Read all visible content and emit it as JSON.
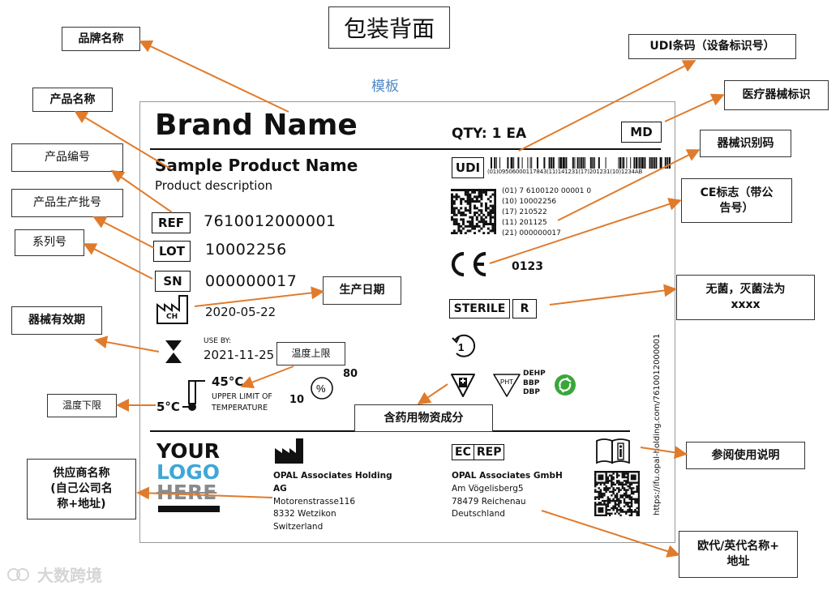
{
  "page_title": "包装背面",
  "template_label": "模板",
  "label": {
    "brand": "Brand Name",
    "qty": "QTY: 1 EA",
    "md": "MD",
    "product_name": "Sample Product Name",
    "product_desc": "Product description",
    "udi_symbol": "UDI",
    "barcode_text": "(01)09506000117843(11)141231(17)201231(10)1234AB",
    "udi_lines": [
      "(01) 7 6100120 00001 0",
      "(10) 10002256",
      "(17) 210522",
      "(11) 201125",
      "(21) 000000017"
    ],
    "ref_symbol": "REF",
    "ref_value": "7610012000001",
    "lot_symbol": "LOT",
    "lot_value": "10002256",
    "sn_symbol": "SN",
    "sn_value": "000000017",
    "mfg_country": "CH",
    "mfg_date": "2020-05-22",
    "ce_mark": "CE",
    "ce_number": "0123",
    "sterile_symbol": "STERILE",
    "sterile_method": "R",
    "use_by_label": "USE BY:",
    "use_by_date": "2021-11-25",
    "temp_upper": "45°C",
    "temp_lower": "5°C",
    "temp_caption_1": "UPPER LIMIT OF",
    "temp_caption_2": "TEMPERATURE",
    "humidity_icon_text": "%",
    "humidity_upper": "80",
    "humidity_lower": "10",
    "pht_text": "PHT",
    "pht_list": [
      "DEHP",
      "BBP",
      "DBP"
    ],
    "ifu_url": "https://ifu.opal-holding.com/7610012000001",
    "logo_lines": [
      "YOUR",
      "LOGO",
      "HERE"
    ],
    "manufacturer": {
      "name_1": "OPAL Associates Holding",
      "name_2": "AG",
      "street": "Motorenstrasse116",
      "city": "8332 Wetzikon",
      "country": "Switzerland"
    },
    "ecrep_ec": "EC",
    "ecrep_rep": "REP",
    "ecrep": {
      "name": "OPAL Associates GmbH",
      "street": "Am Vögelisberg5",
      "city": "78479 Reichenau",
      "country": "Deutschland"
    }
  },
  "callouts": {
    "brand_name": "品牌名称",
    "product_name": "产品名称",
    "product_no": "产品编号",
    "batch_no": "产品生产批号",
    "serial_no": "系列号",
    "mfg_date": "生产日期",
    "expiry": "器械有效期",
    "temp_upper": "温度上限",
    "temp_lower": "温度下限",
    "udi_barcode": "UDI条码（设备标识号）",
    "md": "医疗器械标识",
    "device_id": "器械识别码",
    "ce_line1": "CE标志（带公",
    "ce_line2": "告号）",
    "sterile_line1": "无菌，灭菌法为",
    "sterile_line2": "xxxx",
    "substances": "含药用物资成分",
    "ifu": "参阅使用说明",
    "supplier_line1": "供应商名称",
    "supplier_line2": "(自己公司名",
    "supplier_line3": "称+地址)",
    "ecrep_line1": "欧代/英代名称+",
    "ecrep_line2": "地址"
  },
  "watermark": "大数跨境",
  "colors": {
    "arrow": "#e07b2c",
    "template": "#4f87c5",
    "recycle": "#3aa63a"
  }
}
